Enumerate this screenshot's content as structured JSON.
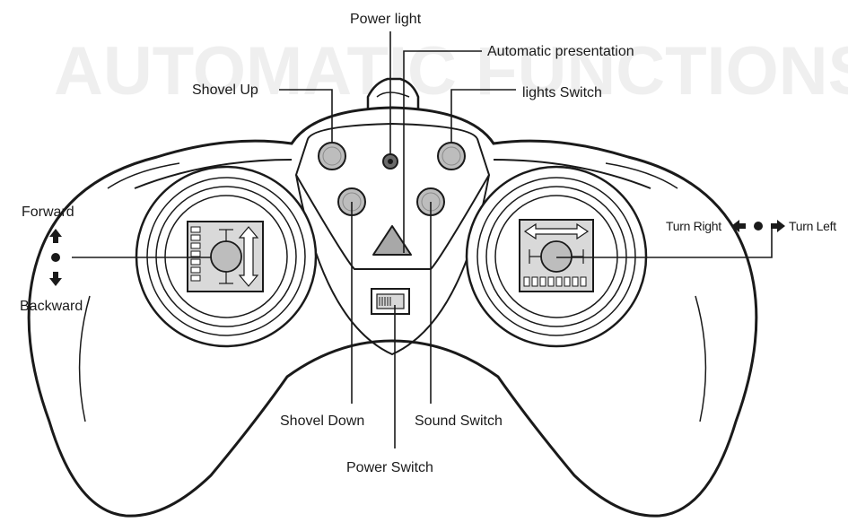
{
  "background_watermark": "AUTOMATIC FUNCTIONS",
  "labels": {
    "power_light": "Power light",
    "automatic_presentation": "Automatic presentation",
    "shovel_up": "Shovel Up",
    "lights_switch": "lights Switch",
    "forward": "Forward",
    "backward": "Backward",
    "turn_right": "Turn Right",
    "turn_left": "Turn Left",
    "shovel_down": "Shovel Down",
    "sound_switch": "Sound Switch",
    "power_switch": "Power Switch"
  },
  "colors": {
    "stroke": "#1a1a1a",
    "button_fill": "#bdbdbd",
    "pad_fill": "#d9d9d9",
    "watermark": "#ececec"
  }
}
